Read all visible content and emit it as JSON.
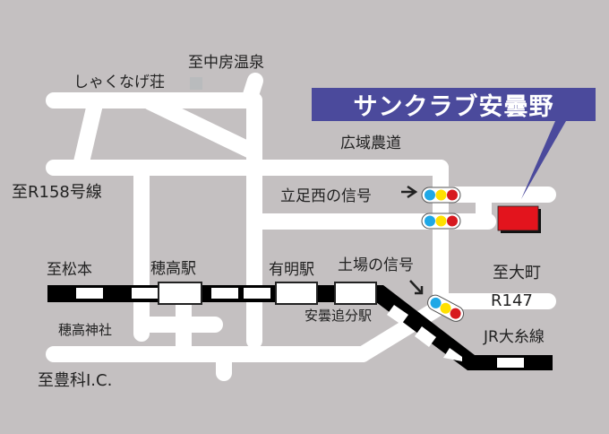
{
  "title": "サンクラブ安曇野",
  "colors": {
    "background": "#c4c0c1",
    "road": "#ffffff",
    "banner": "#4b4a9c",
    "destination": "#e3141d"
  },
  "labels": {
    "to_nakabusa": "至中房温泉",
    "shakunage": "しゃくなげ荘",
    "koiki": "広域農道",
    "to_r158": "至R158号線",
    "tatsuashi_signal": "立足西の信号",
    "to_matsumoto": "至松本",
    "hotaka_station": "穂高駅",
    "ariake_station": "有明駅",
    "doba_signal": "土場の信号",
    "to_omachi": "至大町",
    "r147": "R147",
    "hotaka_shrine": "穂高神社",
    "azumi_oiwake_station": "安曇追分駅",
    "jr_oito": "JR大糸線",
    "to_toyoshina": "至豊科I.C."
  }
}
